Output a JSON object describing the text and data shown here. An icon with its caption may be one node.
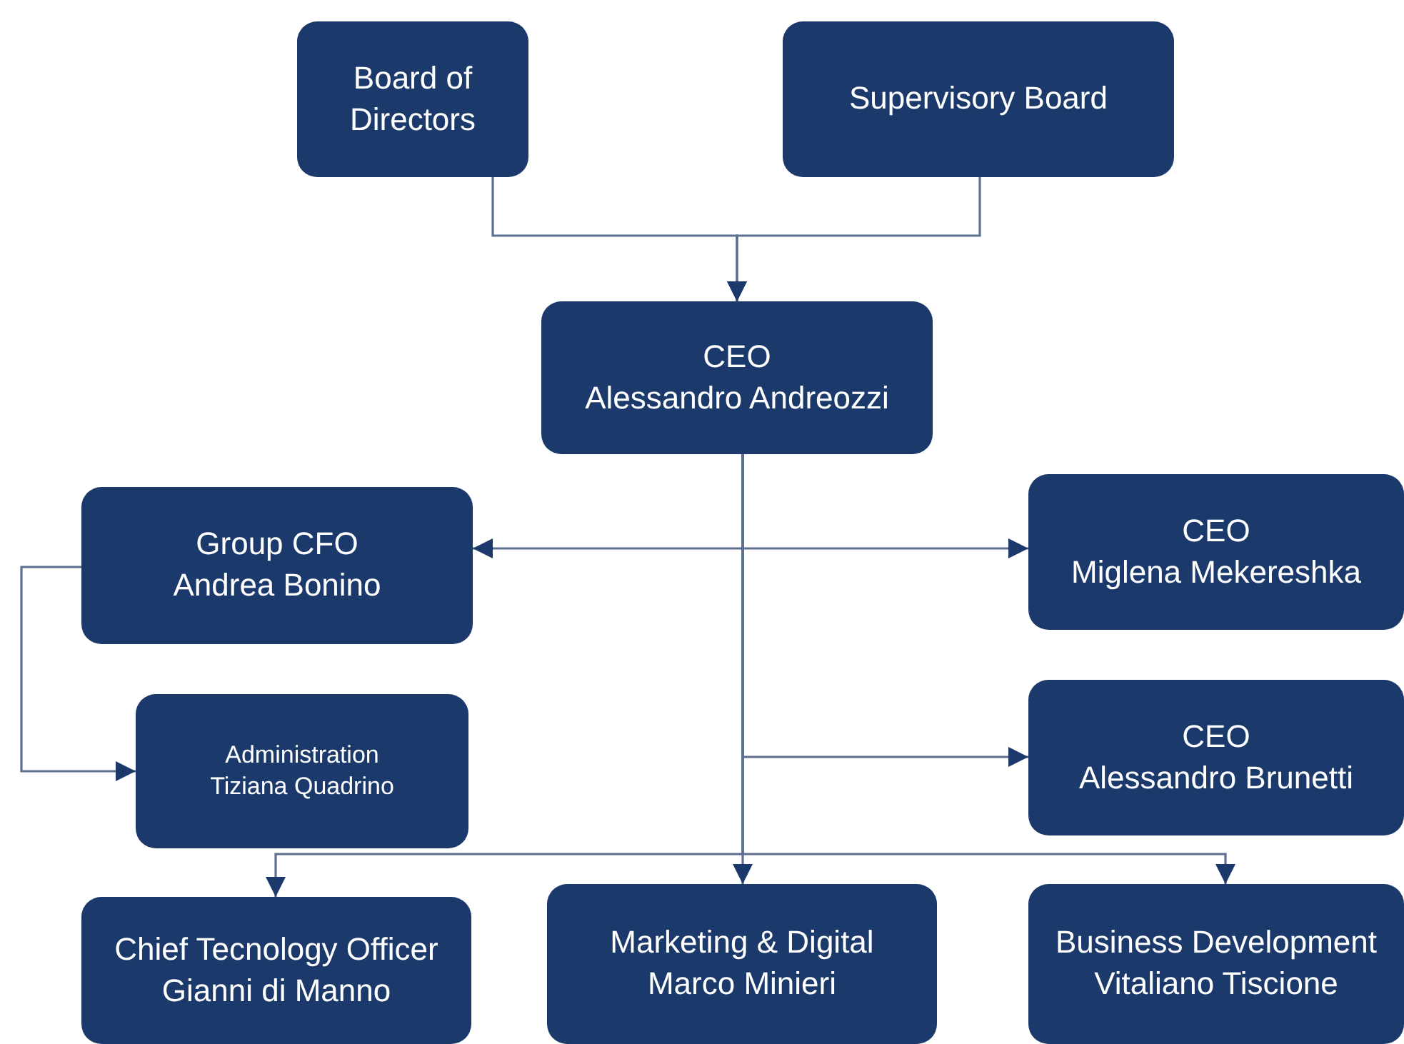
{
  "diagram": {
    "nodes": [
      {
        "text": [
          "Board of Directors"
        ]
      },
      {
        "text": [
          "Supervisory Board"
        ]
      },
      {
        "text": [
          "CEO",
          "Alessandro Andreozzi"
        ]
      },
      {
        "text": [
          "Group CFO",
          "Andrea Bonino"
        ]
      },
      {
        "text": [
          "CEO",
          "Miglena Mekereshka"
        ]
      },
      {
        "text": [
          "Administration",
          "Tiziana Quadrino"
        ]
      },
      {
        "text": [
          "CEO",
          "Alessandro Brunetti"
        ]
      },
      {
        "text": [
          "Chief Tecnology Officer",
          "Gianni di Manno"
        ]
      },
      {
        "text": [
          "Marketing & Digital",
          "Marco Minieri"
        ]
      },
      {
        "text": [
          "Business Development",
          "Vitaliano Tiscione"
        ]
      }
    ],
    "edges": [
      {
        "from": 0,
        "to": 2,
        "arrow": "to"
      },
      {
        "from": 1,
        "to": 2,
        "arrow": "to"
      },
      {
        "from": 2,
        "to": 3,
        "arrow": "to"
      },
      {
        "from": 2,
        "to": 4,
        "arrow": "to"
      },
      {
        "from": 3,
        "to": 5,
        "arrow": "to"
      },
      {
        "from": 2,
        "to": 6,
        "arrow": "to"
      },
      {
        "from": 2,
        "to": 7,
        "arrow": "to"
      },
      {
        "from": 2,
        "to": 8,
        "arrow": "to"
      },
      {
        "from": 2,
        "to": 9,
        "arrow": "to"
      }
    ]
  }
}
